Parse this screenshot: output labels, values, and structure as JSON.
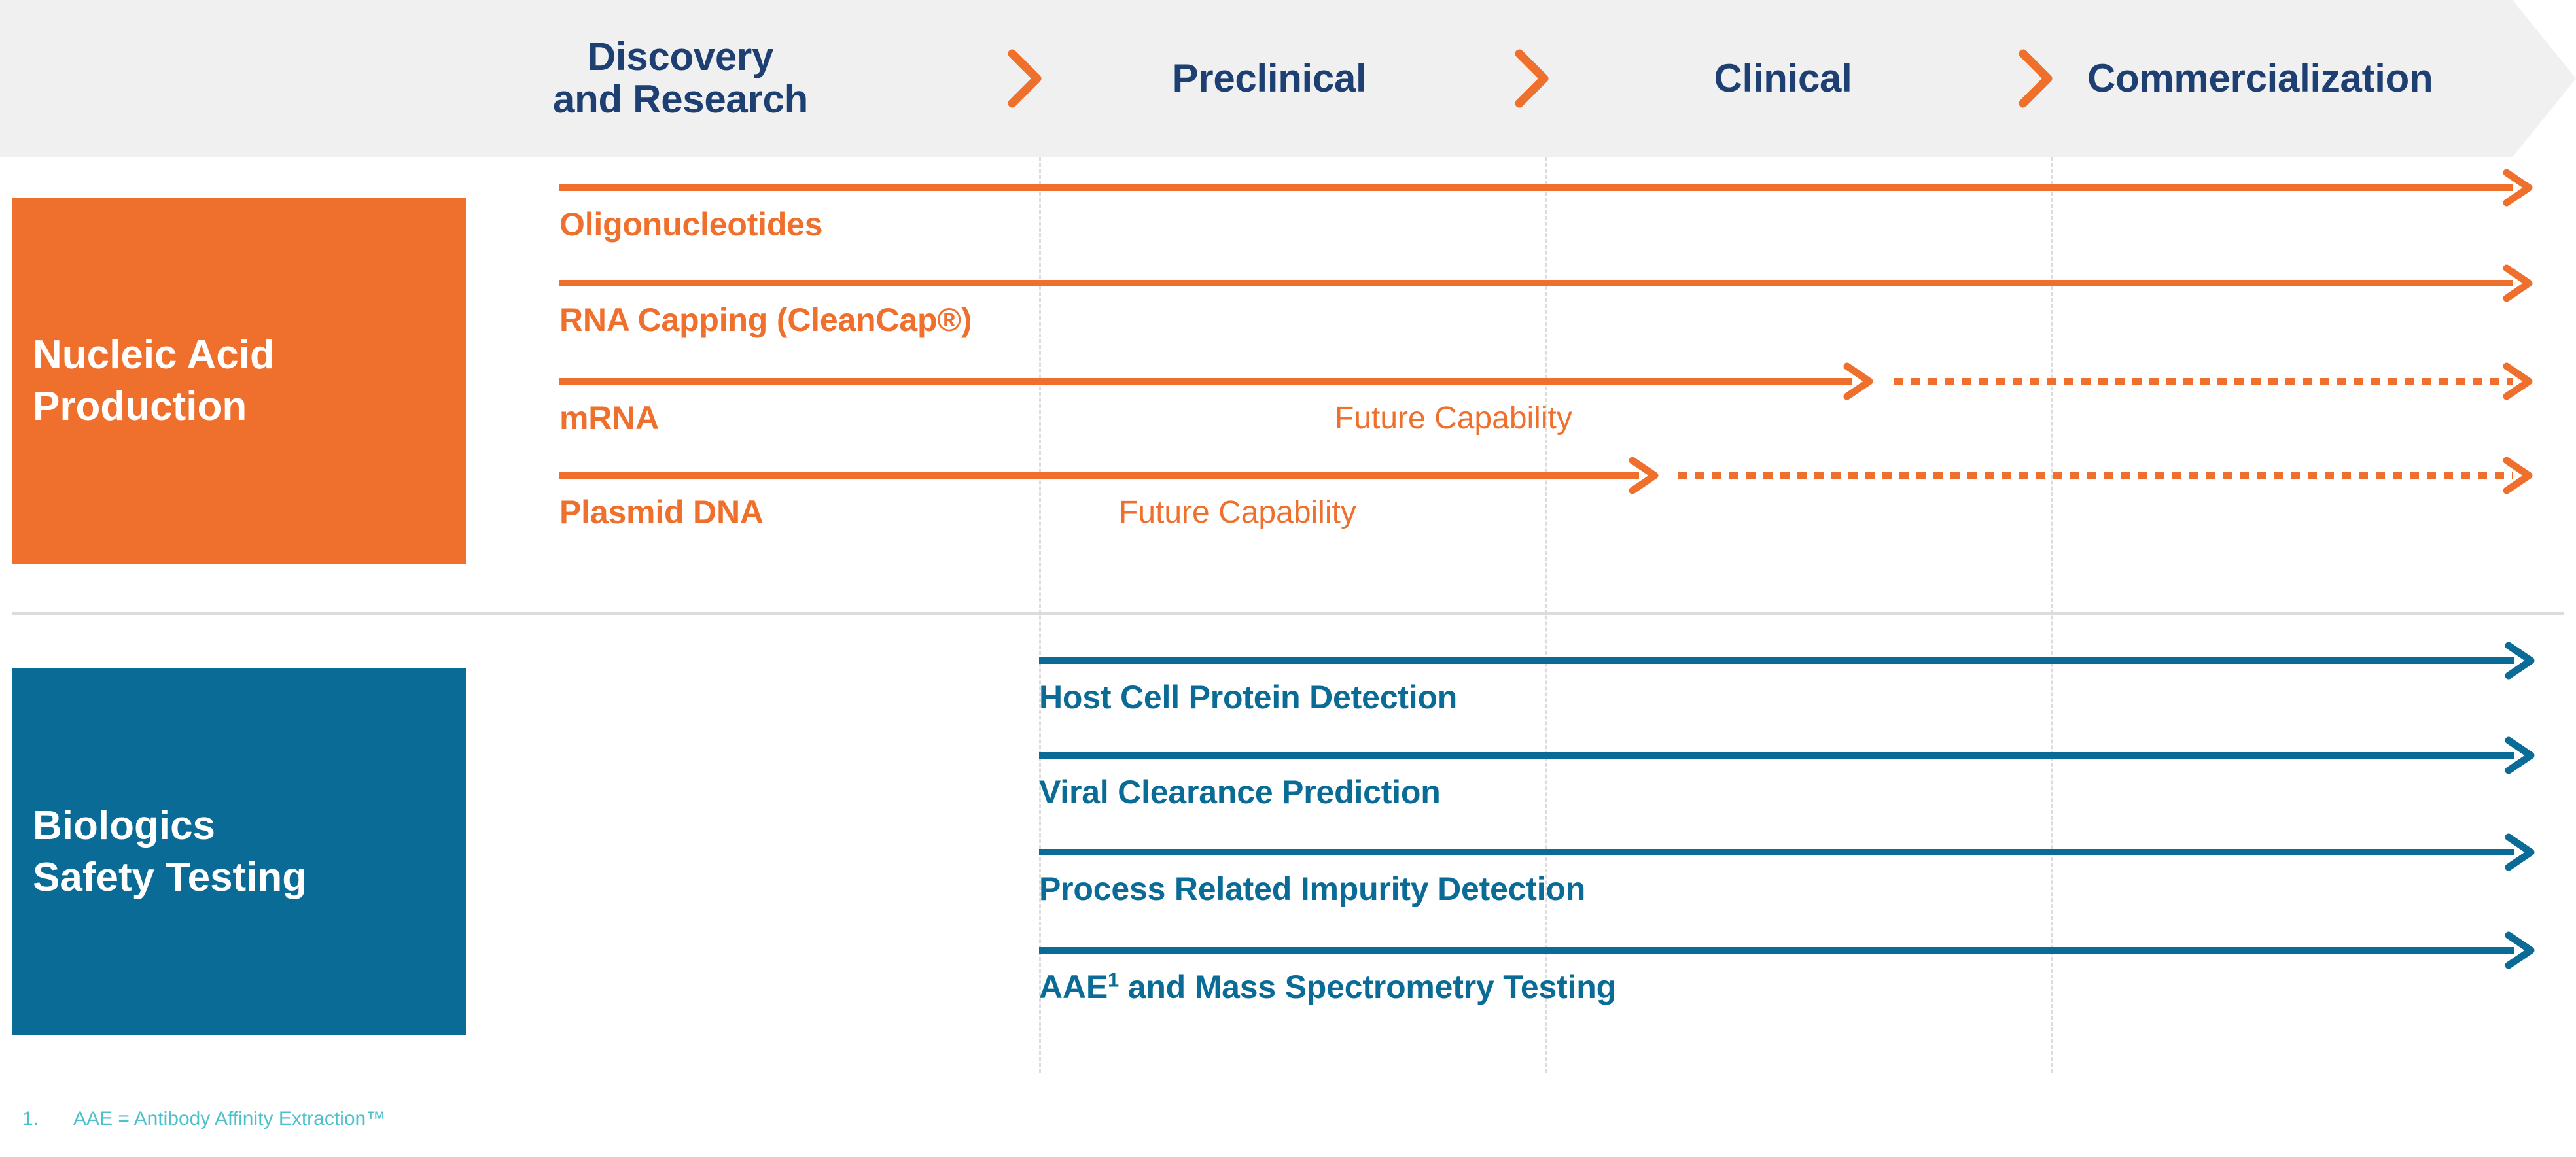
{
  "colors": {
    "orange": "#ef6f2d",
    "blue": "#0a6c96",
    "navy": "#1d3f72",
    "banner_bg": "#f0f0f0",
    "gridline": "#dcdcdc",
    "footnote": "#4cc0cc"
  },
  "header": {
    "stages": [
      {
        "label": "Discovery\nand Research"
      },
      {
        "label": "Preclinical"
      },
      {
        "label": "Clinical"
      },
      {
        "label": "Commercialization"
      }
    ],
    "separator_icon": "chevron-right-icon"
  },
  "sections": [
    {
      "id": "nucleic-acid-production",
      "title": "Nucleic Acid\nProduction",
      "accent": "#ef6f2d",
      "rows": [
        {
          "label": "Oligonucleotides",
          "solid_end": null,
          "future_label": null
        },
        {
          "label": "RNA Capping (CleanCap®)",
          "solid_end": null,
          "future_label": null
        },
        {
          "label": "mRNA",
          "solid_end": "clinical",
          "future_label": "Future Capability"
        },
        {
          "label": "Plasmid DNA",
          "solid_end": "pre-clinical-late",
          "future_label": "Future Capability"
        }
      ]
    },
    {
      "id": "biologics-safety-testing",
      "title": "Biologics\nSafety Testing",
      "accent": "#0a6c96",
      "rows": [
        {
          "label": "Host Cell Protein Detection"
        },
        {
          "label": "Viral Clearance Prediction"
        },
        {
          "label": "Process Related Impurity Detection"
        },
        {
          "label_html": "AAE<sup>1</sup> and Mass Spectrometry Testing"
        }
      ]
    }
  ],
  "footnote": {
    "number": "1.",
    "text": "AAE = Antibody Affinity Extraction™"
  }
}
